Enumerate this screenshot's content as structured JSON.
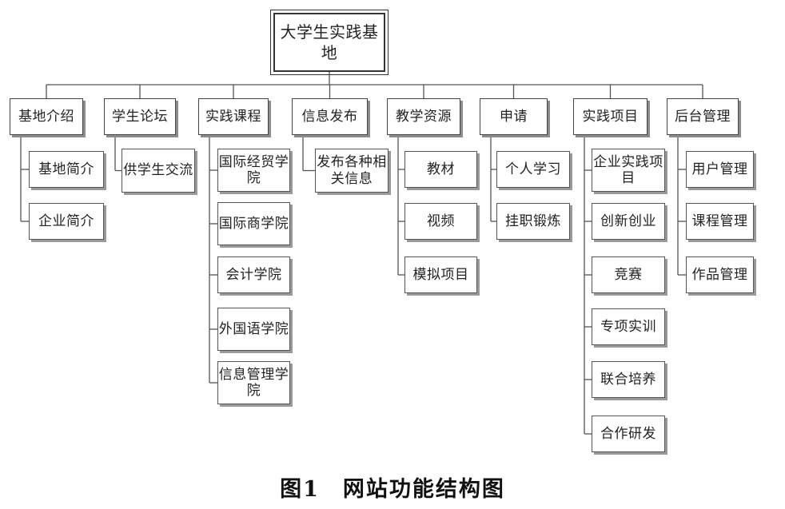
{
  "root": "大学生实践基地",
  "categories": [
    {
      "label": "基地介绍",
      "items": [
        "基地简介",
        "企业简介"
      ]
    },
    {
      "label": "学生论坛",
      "items": [
        "供学生交流"
      ]
    },
    {
      "label": "实践课程",
      "items": [
        "国际经贸学院",
        "国际商学院",
        "会计学院",
        "外国语学院",
        "信息管理学院"
      ]
    },
    {
      "label": "信息发布",
      "items": [
        "发布各种相关信息"
      ]
    },
    {
      "label": "教学资源",
      "items": [
        "教材",
        "视频",
        "模拟项目"
      ]
    },
    {
      "label": "申请",
      "items": [
        "个人学习",
        "挂职锻炼"
      ]
    },
    {
      "label": "实践项目",
      "items": [
        "企业实践项目",
        "创新创业",
        "竞赛",
        "专项实训",
        "联合培养",
        "合作研发"
      ]
    },
    {
      "label": "后台管理",
      "items": [
        "用户管理",
        "课程管理",
        "作品管理"
      ]
    }
  ],
  "caption": "图1　网站功能结构图"
}
